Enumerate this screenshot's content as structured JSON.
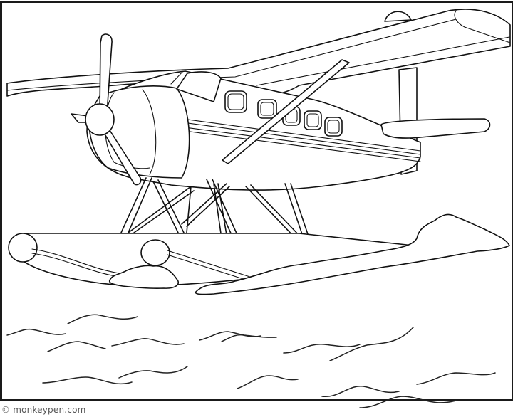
{
  "page": {
    "title": "Seaplane coloring page",
    "subject": "seaplane (float plane) on water",
    "style": "black line-art coloring page"
  },
  "illustration": {
    "elements": [
      "propeller-blades",
      "propeller-spinner",
      "engine-cowling",
      "fuselage",
      "cockpit-window",
      "cabin-windows",
      "high-wing",
      "wing-strut",
      "tail-fin",
      "horizontal-stabilizer",
      "float-struts",
      "pontoon-float",
      "water-splash",
      "water-waves"
    ],
    "cabin_window_count": 5,
    "colors": {
      "line": "#111111",
      "background": "#ffffff",
      "frame": "#1a1a1a"
    }
  },
  "footer": {
    "credit": "© monkeypen.com"
  }
}
